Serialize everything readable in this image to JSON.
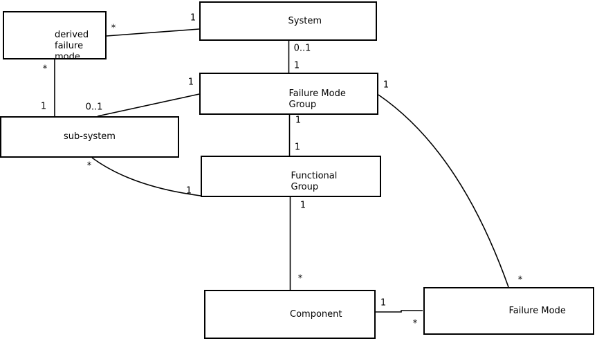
{
  "diagram": {
    "type": "uml-entity-relationship",
    "colors": {
      "background": "#ffffff",
      "box_fill": "#ffffff",
      "box_border": "#000000",
      "line": "#000000",
      "text": "#000000"
    },
    "entities": [
      {
        "name": "derived failure mode",
        "lines": [
          "derived",
          "failure",
          "mode"
        ]
      },
      {
        "name": "System",
        "lines": [
          "System"
        ]
      },
      {
        "name": "Failure Mode Group",
        "lines": [
          "Failure Mode",
          "Group"
        ]
      },
      {
        "name": "sub-system",
        "lines": [
          "sub-system"
        ]
      },
      {
        "name": "Functional Group",
        "lines": [
          "Functional",
          "Group"
        ]
      },
      {
        "name": "Component",
        "lines": [
          "Component"
        ]
      },
      {
        "name": "Failure Mode",
        "lines": [
          "Failure Mode"
        ]
      }
    ],
    "connections": [
      {
        "from": "derived failure mode",
        "to": "System",
        "from_mult": "*",
        "to_mult": "1"
      },
      {
        "from": "derived failure mode",
        "to": "sub-system",
        "from_mult": "*",
        "to_mult": "1"
      },
      {
        "from": "sub-system",
        "to": "Failure Mode Group",
        "from_mult": "0..1",
        "to_mult": "1"
      },
      {
        "from": "System",
        "to": "Failure Mode Group",
        "from_mult": "0..1",
        "to_mult": "1"
      },
      {
        "from": "Failure Mode Group",
        "to": "Functional Group",
        "from_mult": "1",
        "to_mult": "1"
      },
      {
        "from": "Functional Group",
        "to": "Component",
        "from_mult": "1",
        "to_mult": "*"
      },
      {
        "from": "sub-system",
        "to": "Functional Group",
        "from_mult": "*",
        "to_mult": "1"
      },
      {
        "from": "Failure Mode Group",
        "to": "Failure Mode",
        "from_mult": "1",
        "to_mult": "*"
      },
      {
        "from": "Component",
        "to": "Failure Mode",
        "from_mult": "1",
        "to_mult": "*"
      }
    ]
  }
}
